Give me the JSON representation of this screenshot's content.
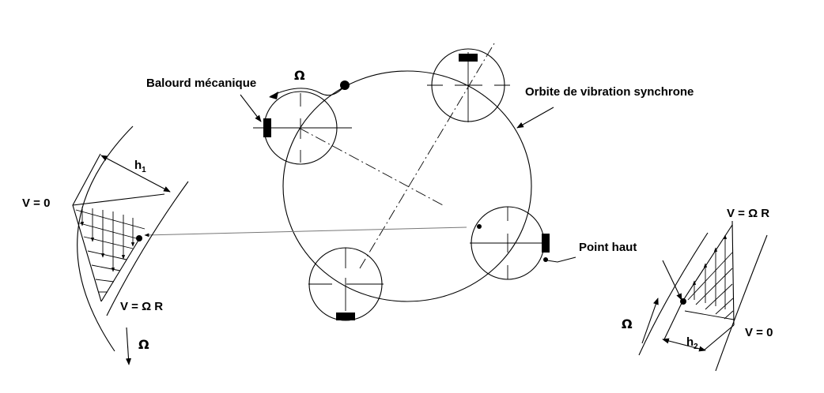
{
  "labels": {
    "unbalance": "Balourd mécanique",
    "orbit": "Orbite de vibration synchrone",
    "high_point": "Point haut",
    "omega": "Ω",
    "left_v0": "V = 0",
    "left_h": "h",
    "left_h_sub": "1",
    "left_vr": "V = Ω R",
    "right_vr": "V = Ω R",
    "right_v0": "V = 0",
    "right_h": "h",
    "right_h_sub": "2"
  },
  "colors": {
    "ink": "#000000",
    "leader": "#777777",
    "background": "#ffffff"
  }
}
